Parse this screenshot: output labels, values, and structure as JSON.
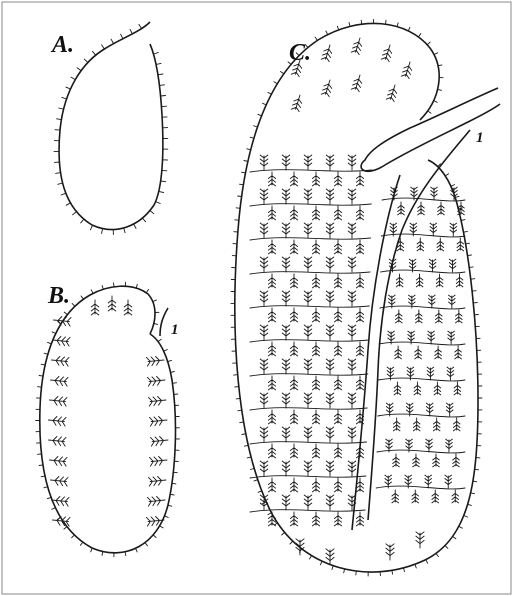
{
  "figure": {
    "panels": [
      {
        "id": "A",
        "label": "A.",
        "part_label": ""
      },
      {
        "id": "B",
        "label": "B.",
        "part_label": "1"
      },
      {
        "id": "C",
        "label": "C.",
        "part_label": "1"
      }
    ],
    "colors": {
      "ink": "#1a1a1a",
      "frame": "#8a8a8a",
      "paper": "#ffffff"
    }
  }
}
